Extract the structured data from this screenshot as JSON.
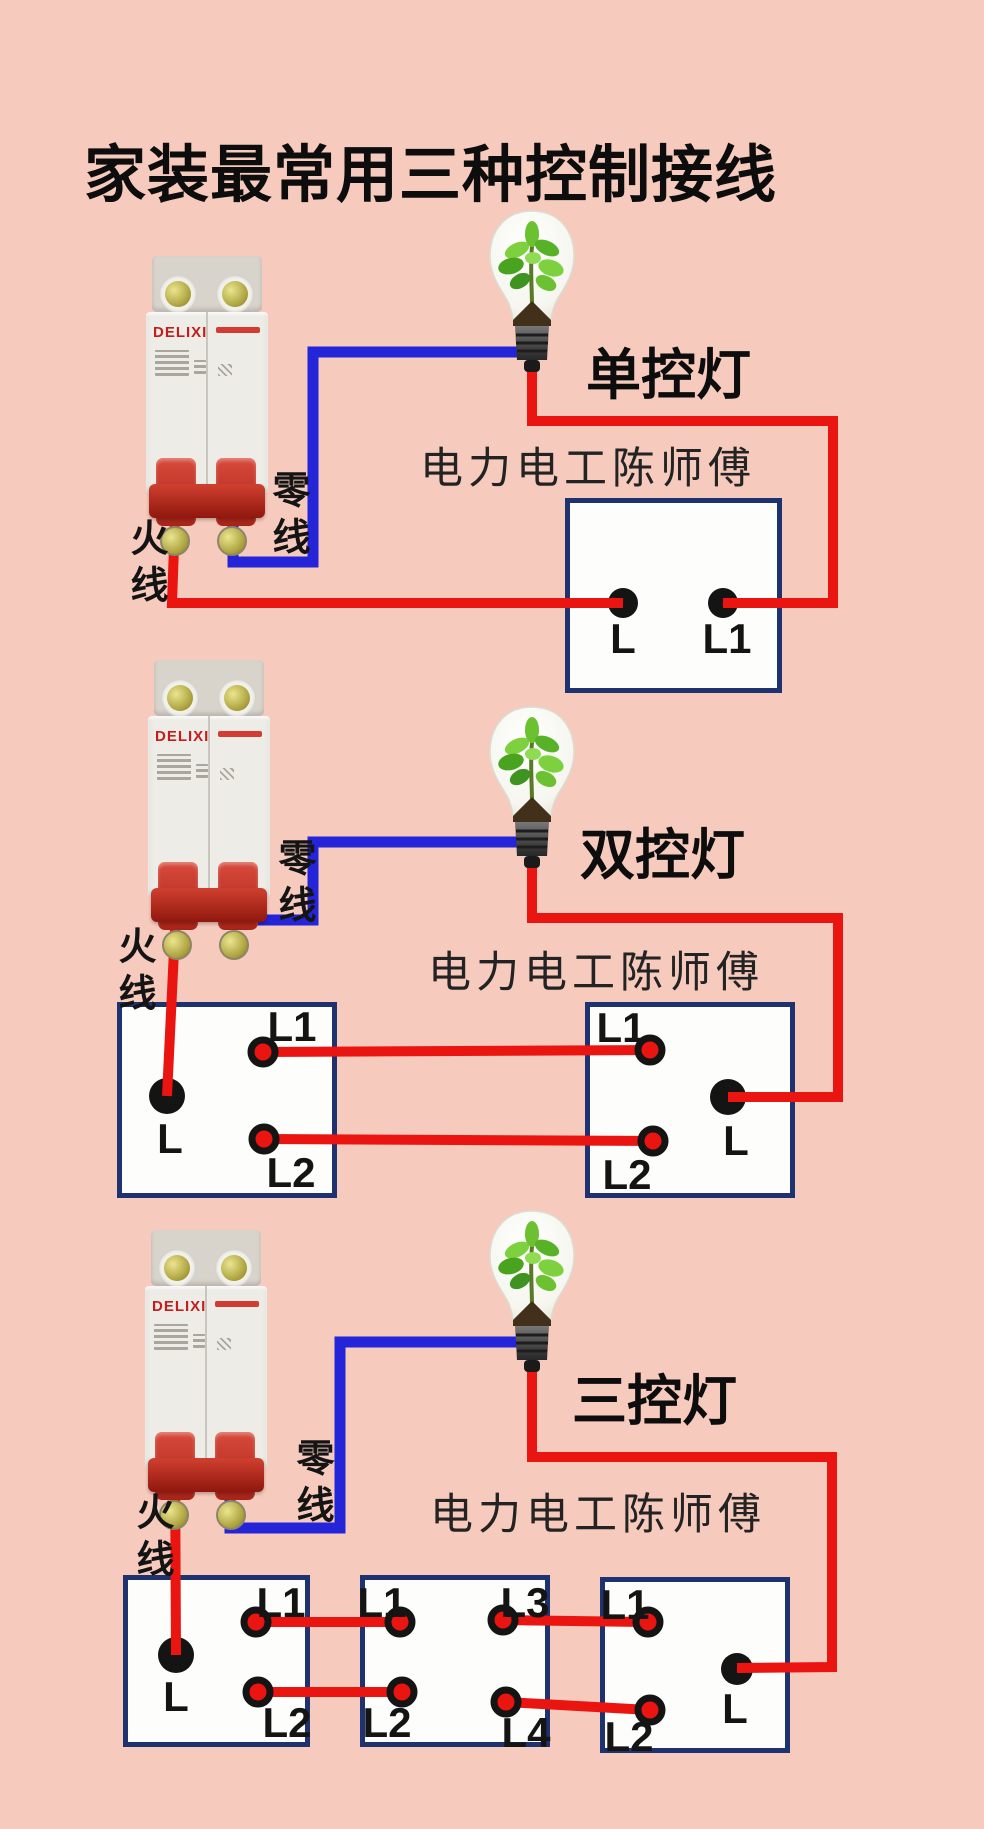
{
  "title": "家装最常用三种控制接线",
  "brand": "DELIXI",
  "watermark": "电力电工陈师傅",
  "wire_labels": {
    "live": "火线",
    "neutral": "零线"
  },
  "colors": {
    "background": "#f6cabc",
    "live_wire": "#ea1410",
    "neutral_wire": "#2424d8",
    "switch_border": "#1e3270",
    "switch_fill": "#fdfdfb",
    "breaker_red": "#c03428",
    "brand_red": "#c41d1d"
  },
  "sections": [
    {
      "title": "单控灯",
      "switches": [
        {
          "terminals": [
            "L",
            "L1"
          ]
        }
      ]
    },
    {
      "title": "双控灯",
      "switches": [
        {
          "terminals": [
            "L1",
            "L",
            "L2"
          ]
        },
        {
          "terminals": [
            "L1",
            "L",
            "L2"
          ]
        }
      ]
    },
    {
      "title": "三控灯",
      "switches": [
        {
          "terminals": [
            "L1",
            "L",
            "L2"
          ]
        },
        {
          "terminals": [
            "L1",
            "L3",
            "L2",
            "L4"
          ]
        },
        {
          "terminals": [
            "L1",
            "L",
            "L2"
          ]
        }
      ]
    }
  ]
}
